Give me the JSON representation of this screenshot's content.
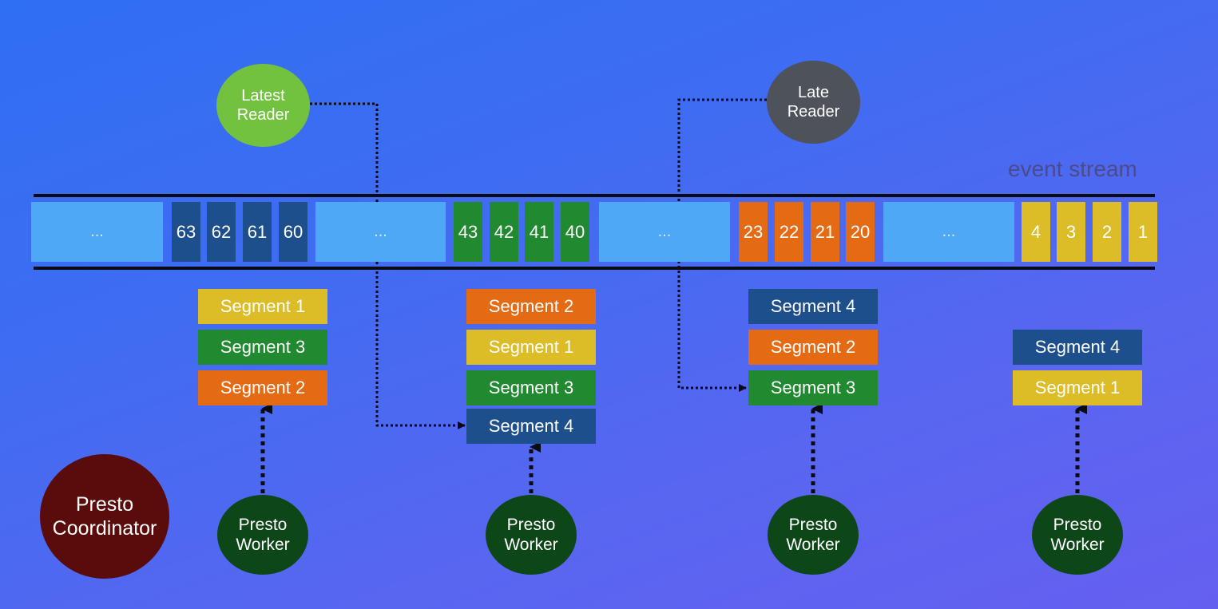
{
  "stream": {
    "label": "event stream",
    "ellipsis": [
      "...",
      "...",
      "...",
      "..."
    ],
    "events": [
      {
        "label": "63",
        "color": "#1d4f8c"
      },
      {
        "label": "62",
        "color": "#1d4f8c"
      },
      {
        "label": "61",
        "color": "#1d4f8c"
      },
      {
        "label": "60",
        "color": "#1d4f8c"
      },
      {
        "label": "43",
        "color": "#21892f"
      },
      {
        "label": "42",
        "color": "#21892f"
      },
      {
        "label": "41",
        "color": "#21892f"
      },
      {
        "label": "40",
        "color": "#21892f"
      },
      {
        "label": "23",
        "color": "#e46b14"
      },
      {
        "label": "22",
        "color": "#e46b14"
      },
      {
        "label": "21",
        "color": "#e46b14"
      },
      {
        "label": "20",
        "color": "#e46b14"
      },
      {
        "label": "4",
        "color": "#dcbd27"
      },
      {
        "label": "3",
        "color": "#dcbd27"
      },
      {
        "label": "2",
        "color": "#dcbd27"
      },
      {
        "label": "1",
        "color": "#dcbd27"
      }
    ]
  },
  "readers": {
    "latest": "Latest Reader",
    "late": "Late Reader"
  },
  "coordinator": "Presto Coordinator",
  "workers": [
    {
      "label": "Presto Worker",
      "segments": [
        "Segment 1",
        "Segment 3",
        "Segment 2"
      ]
    },
    {
      "label": "Presto Worker",
      "segments": [
        "Segment 2",
        "Segment 1",
        "Segment 3",
        "Segment 4"
      ]
    },
    {
      "label": "Presto Worker",
      "segments": [
        "Segment 4",
        "Segment 2",
        "Segment 3"
      ]
    },
    {
      "label": "Presto Worker",
      "segments": [
        "Segment 4",
        "Segment 1"
      ]
    }
  ],
  "colors": {
    "segment_1": "#dcbd27",
    "segment_2": "#e46b14",
    "segment_3": "#21892f",
    "segment_4": "#1d4f8c",
    "stream_placeholder": "#4ea8f6",
    "worker": "#0d4717",
    "coordinator": "#5a0b0b",
    "latest_reader": "#73c23f",
    "late_reader": "#4e525a"
  }
}
